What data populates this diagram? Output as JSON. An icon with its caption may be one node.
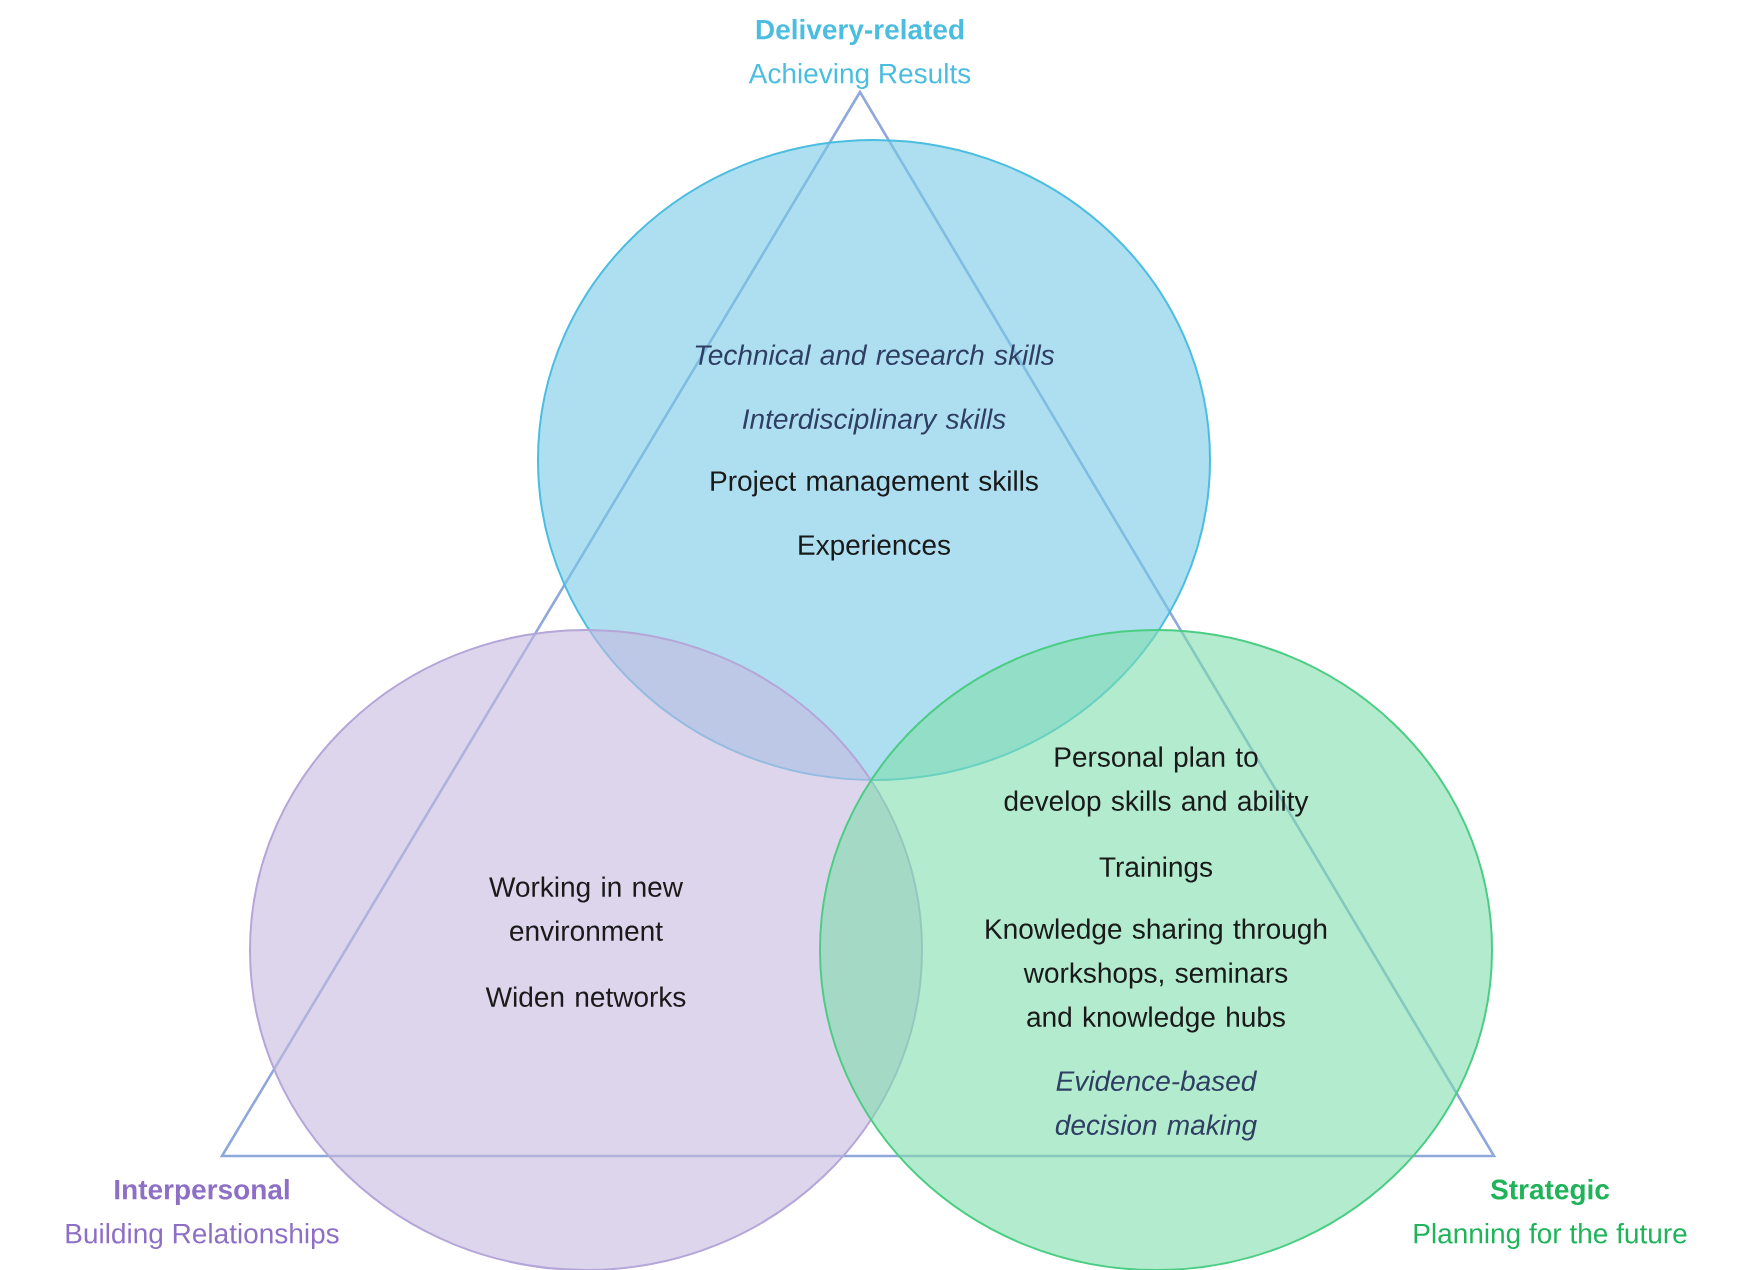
{
  "diagram": {
    "nodes": [
      {
        "text": [
          "Technical and research skills",
          "Interdisciplinary skills",
          "Project management skills",
          "Experiences"
        ]
      },
      {
        "text": [
          "Working in new environment",
          "Widen networks"
        ]
      },
      {
        "text": [
          "Personal plan to develop skills and ability",
          "Trainings",
          "Knowledge sharing through workshops, seminars and knowledge hubs",
          "Evidence-based decision making"
        ]
      }
    ],
    "labels": [
      "Delivery-related",
      "Achieving Results",
      "Interpersonal",
      "Building Relationships",
      "Strategic",
      "Planning for the future"
    ]
  }
}
